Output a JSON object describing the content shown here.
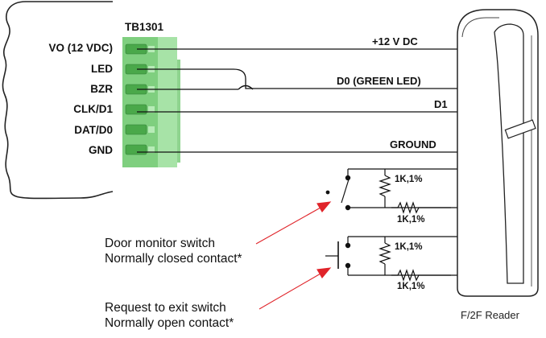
{
  "terminal_block": {
    "name": "TB1301",
    "pins": [
      "VO (12 VDC)",
      "LED",
      "BZR",
      "CLK/D1",
      "DAT/D0",
      "GND"
    ]
  },
  "wires": {
    "power": "+12 V  DC",
    "d0": "D0  (GREEN LED)",
    "d1": "D1",
    "ground": "GROUND"
  },
  "resistors": [
    "1K,1%",
    "1K,1%",
    "1K,1%",
    "1K,1%"
  ],
  "door_switch": {
    "line1": "Door monitor switch",
    "line2": "Normally closed contact*"
  },
  "exit_switch": {
    "line1": "Request to exit switch",
    "line2": "Normally open contact*"
  },
  "reader": "F/2F Reader",
  "colors": {
    "terminal_green": "#7fd27f",
    "arrow": "#e0242a",
    "line": "#111111"
  }
}
